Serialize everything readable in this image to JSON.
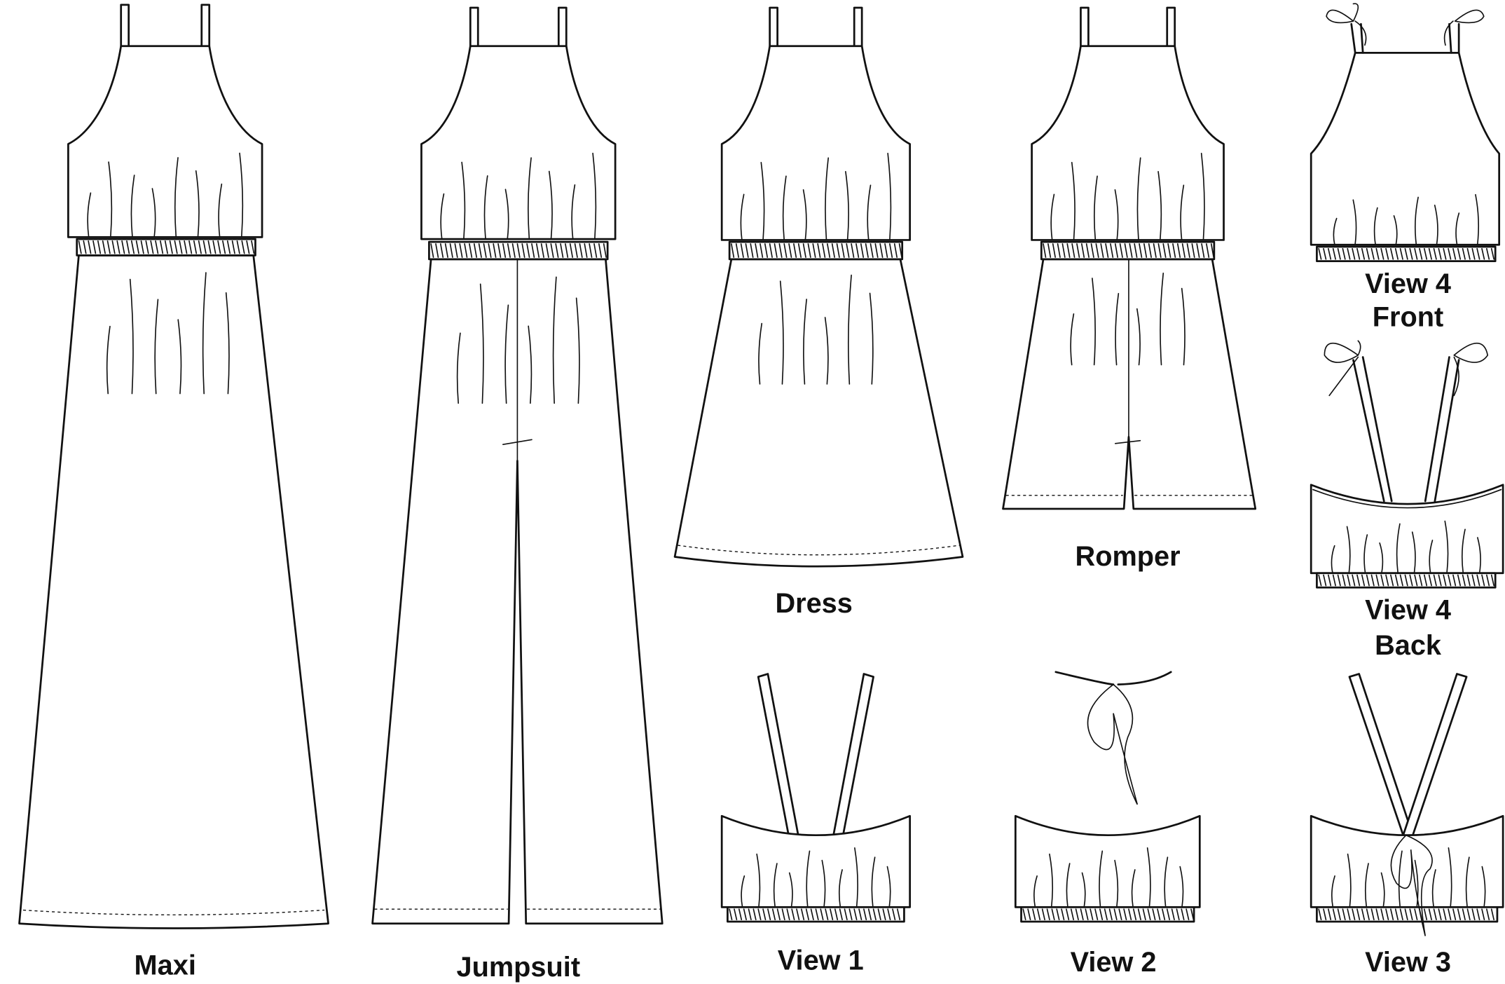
{
  "labels": {
    "maxi": "Maxi",
    "jumpsuit": "Jumpsuit",
    "dress": "Dress",
    "romper": "Romper",
    "view4_front_line1": "View 4",
    "view4_front_line2": "Front",
    "view4_back_line1": "View 4",
    "view4_back_line2": "Back",
    "view1": "View 1",
    "view2": "View 2",
    "view3": "View 3"
  },
  "colors": {
    "line": "#111111",
    "background": "#ffffff"
  }
}
